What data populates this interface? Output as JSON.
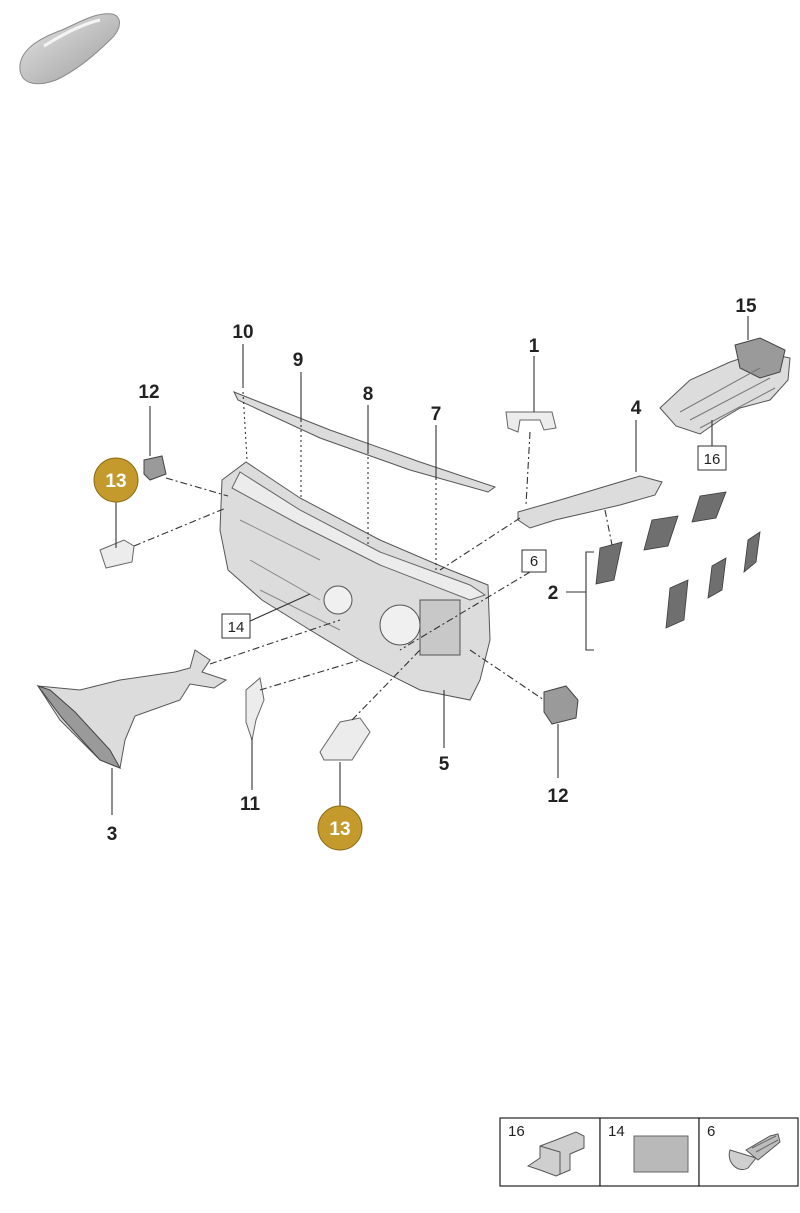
{
  "callouts": {
    "c1": "1",
    "c2": "2",
    "c3": "3",
    "c4": "4",
    "c5": "5",
    "c6": "6",
    "c7": "7",
    "c8": "8",
    "c9": "9",
    "c10": "10",
    "c11": "11",
    "c12_top": "12",
    "c12_bottom": "12",
    "c13_top": "13",
    "c13_bottom": "13",
    "c14": "14",
    "c15": "15",
    "c16": "16"
  },
  "highlight_color": "#c49a2c",
  "legend": [
    {
      "number": "16",
      "icon": "clip-icon"
    },
    {
      "number": "14",
      "icon": "pad-icon"
    },
    {
      "number": "6",
      "icon": "push-rivet-icon"
    }
  ],
  "vehicle_icon": "car-silhouette-icon"
}
